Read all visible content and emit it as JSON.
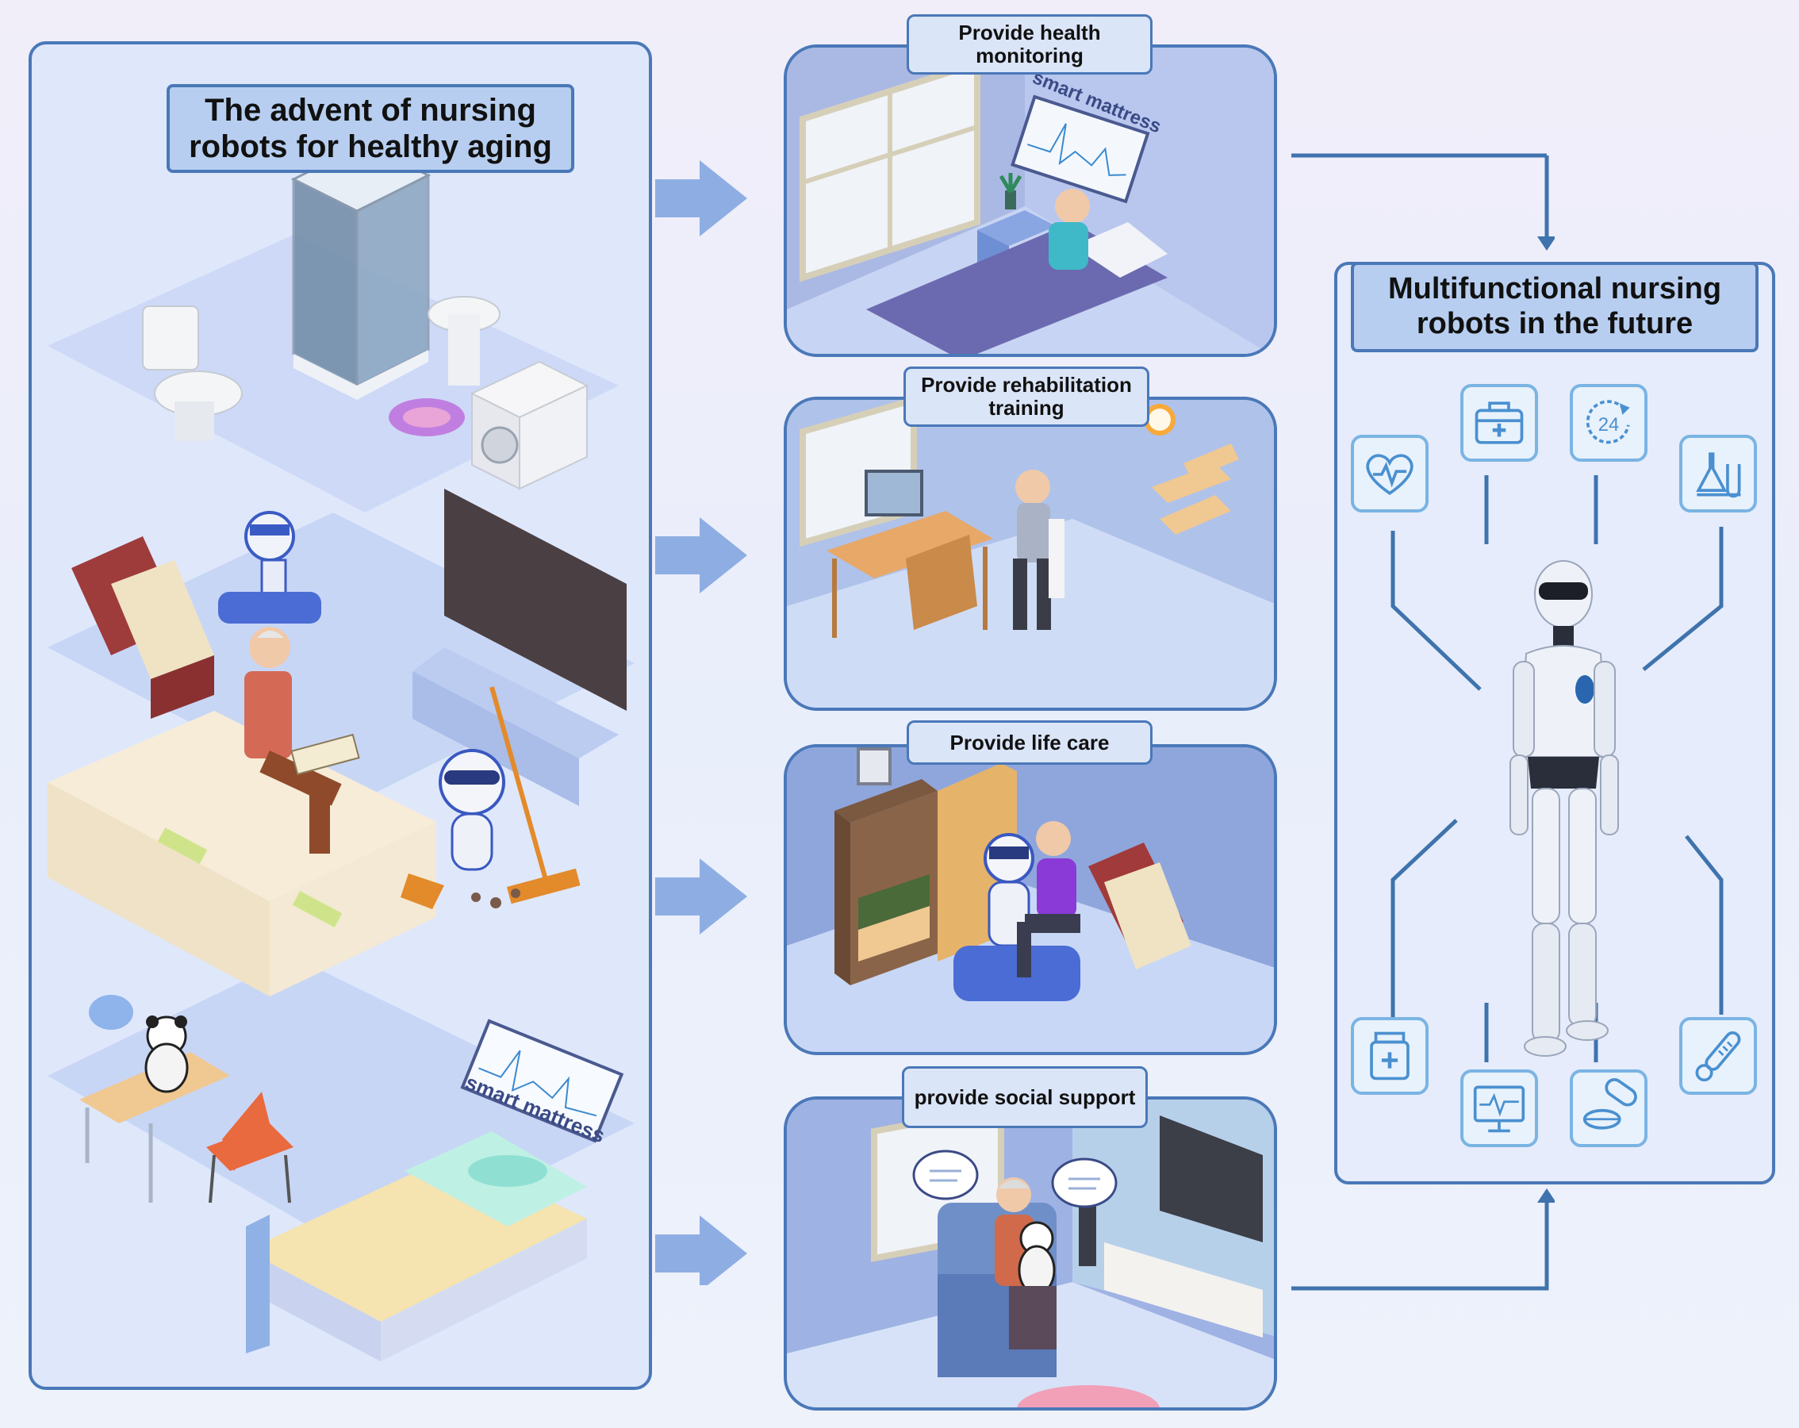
{
  "left_panel": {
    "title": "The advent of nursing robots for healthy aging"
  },
  "scenes": [
    {
      "label": "Provide health monitoring",
      "screen_text": "smart mattress"
    },
    {
      "label": "Provide rehabilitation training"
    },
    {
      "label": "Provide life care"
    },
    {
      "label": "provide social support"
    }
  ],
  "left_scene": {
    "mattress_screen_text": "smart mattress"
  },
  "right_panel": {
    "title": "Multifunctional nursing robots in the future",
    "icons": [
      {
        "name": "heart-rate-icon"
      },
      {
        "name": "first-aid-kit-icon"
      },
      {
        "name": "24-hour-icon",
        "text": "24"
      },
      {
        "name": "lab-flask-icon"
      },
      {
        "name": "medicine-bottle-icon"
      },
      {
        "name": "ecg-monitor-icon"
      },
      {
        "name": "pill-icon"
      },
      {
        "name": "thermometer-icon"
      }
    ]
  },
  "colors": {
    "border": "#4a78b8",
    "arrow": "#8eaee3",
    "connector": "#3f73ad",
    "icon_stroke": "#4a90d0"
  }
}
